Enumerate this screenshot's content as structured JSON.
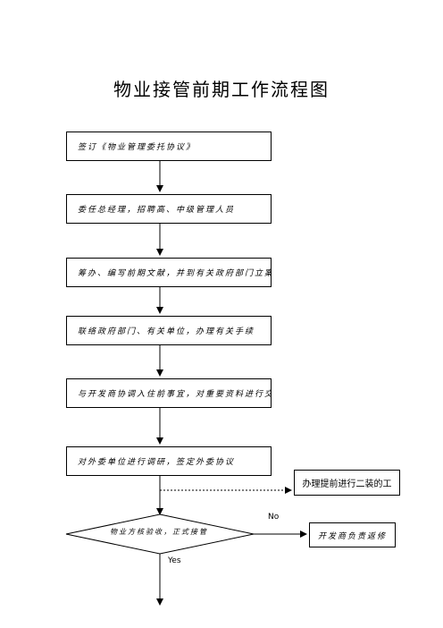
{
  "title": "物业接管前期工作流程图",
  "steps": [
    "签订《物业管理委托协议》",
    "委任总经理，招聘高、中级管理人员",
    "筹办、编写前期文献，并到有关政府部门立案",
    "联络政府部门、有关单位，办理有关手续",
    "与开发商协调入住前事宜，对重要资料进行交接",
    "对外委单位进行调研，签定外委协议"
  ],
  "side_task": "办理提前进行二装的工",
  "decision": "物业方核验收，正式接管",
  "branch_no": "No",
  "branch_yes": "Yes",
  "no_result": "开发商负责返修"
}
